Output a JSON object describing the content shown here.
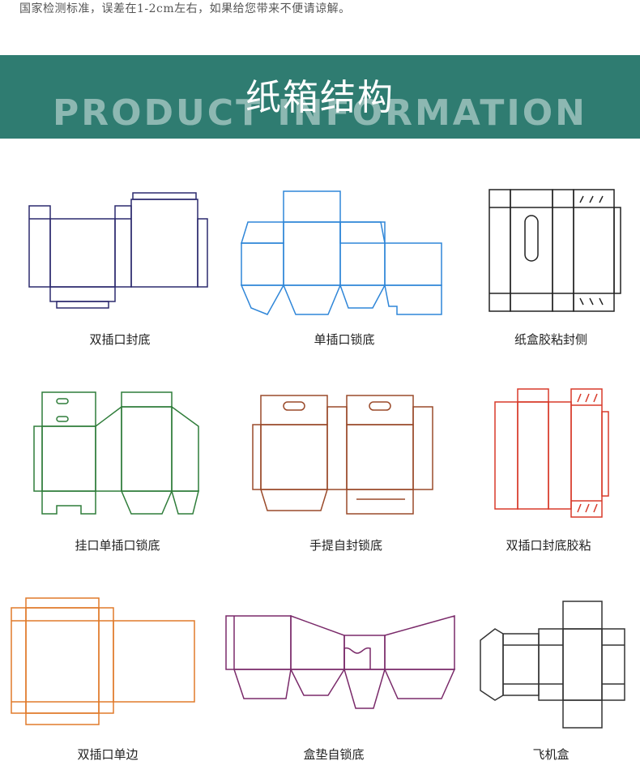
{
  "note": "国家检测标准，误差在1-2cm左右，如果给您带来不便请谅解。",
  "banner": {
    "title": "纸箱结构",
    "subtitle": "PRODUCT INFORMATION"
  },
  "items": [
    {
      "label": "双插口封底",
      "color": "#2c2a6e"
    },
    {
      "label": "单插口锁底",
      "color": "#2f86d8"
    },
    {
      "label": "纸盒胶粘封侧",
      "color": "#222222"
    },
    {
      "label": "挂口单插口锁底",
      "color": "#2f7d3a"
    },
    {
      "label": "手提自封锁底",
      "color": "#9a4a2a"
    },
    {
      "label": "双插口封底胶粘",
      "color": "#d83a2a"
    },
    {
      "label": "双插口单边",
      "color": "#e07a2a"
    },
    {
      "label": "盒垫自锁底",
      "color": "#7a2a6a"
    },
    {
      "label": "飞机盒",
      "color": "#333333"
    }
  ]
}
